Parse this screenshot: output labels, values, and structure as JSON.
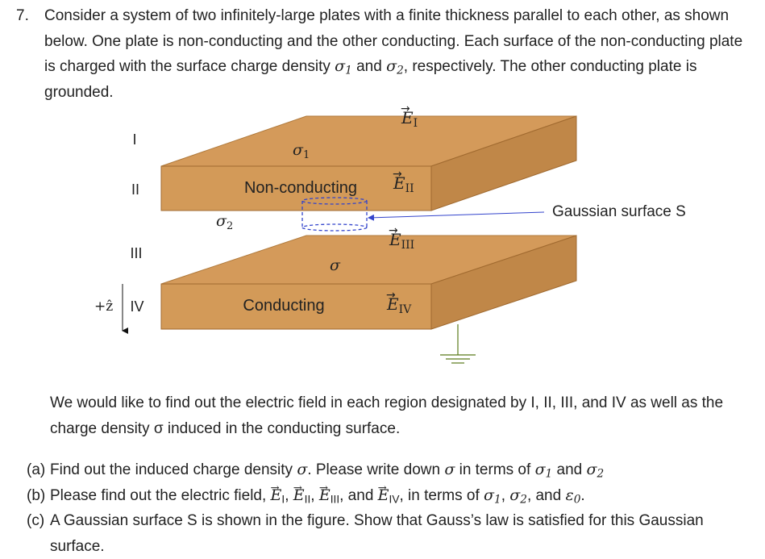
{
  "problem": {
    "number": "7.",
    "stem_pre": "Consider a system of two infinitely-large plates with a finite thickness parallel to each other, as shown below. One plate is non-conducting and the other conducting. Each surface of the non-conducting plate is charged with the surface charge density ",
    "sigma1": "σ1",
    "stem_and": " and ",
    "sigma2": "σ2",
    "stem_post": ", respectively. The other conducting plate is grounded."
  },
  "figure": {
    "regions": [
      "I",
      "II",
      "III",
      "IV"
    ],
    "z_axis_label": "+ẑ",
    "plate_top_label": "Non-conducting",
    "plate_bottom_label": "Conducting",
    "sigma1_label": "σ1",
    "sigma2_label": "σ2",
    "sigma_label": "σ",
    "field_labels": [
      "E_I",
      "E_II",
      "E_III",
      "E_IV"
    ],
    "gaussian_label": "Gaussian surface S",
    "colors": {
      "plate_top": "#d49a5a",
      "plate_front": "#d39a58",
      "plate_edge": "#a06a30",
      "arrow": "#3344cc"
    }
  },
  "intro": "We would like to find out the electric field in each region designated by I, II, III, and IV as well as the charge density σ induced in the conducting surface.",
  "parts": [
    {
      "label": "(a)",
      "text": "Find out the induced charge density σ. Please write down σ in terms of σ1 and σ2"
    },
    {
      "label": "(b)",
      "text": "Please find out the electric field, E_I, E_II, E_III, and E_IV, in terms of σ1, σ2, and ε0."
    },
    {
      "label": "(c)",
      "text": "A Gaussian surface S is shown in the figure. Show that Gauss’s law is satisfied for this Gaussian surface."
    }
  ]
}
